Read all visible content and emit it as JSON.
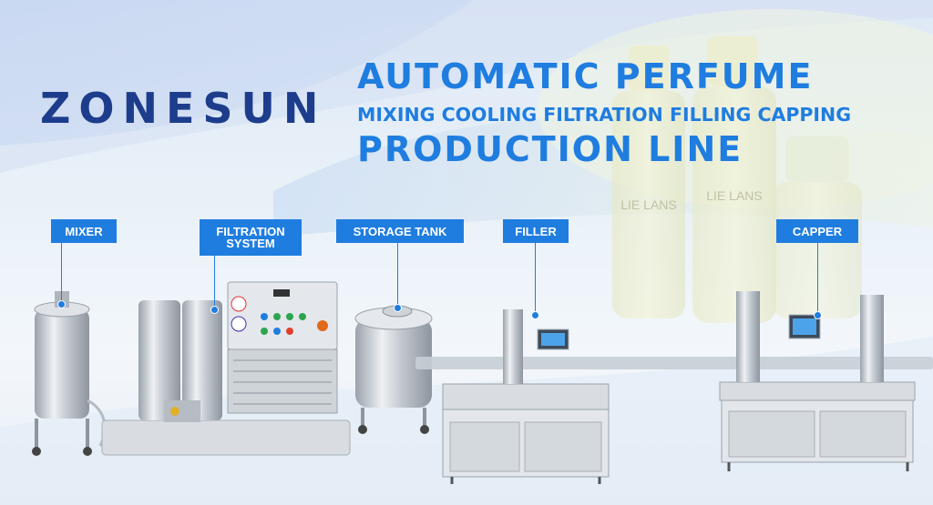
{
  "brand": {
    "logo_text": "ZONESUN"
  },
  "headline": {
    "line1": "AUTOMATIC PERFUME",
    "line2": "MIXING COOLING FILTRATION FILLING CAPPING",
    "line3": "PRODUCTION LINE"
  },
  "bottle_labels": [
    "LIE LANS",
    "LIE LANS"
  ],
  "machine_labels": {
    "mixer": "MIXER",
    "filtration_line1": "FILTRATION",
    "filtration_line2": "SYSTEM",
    "storage_tank": "STORAGE TANK",
    "filler": "FILLER",
    "capper": "CAPPER"
  },
  "colors": {
    "accent_blue": "#1f7de0",
    "logo_navy": "#1d3d8c",
    "steel": "#c9ced4"
  }
}
